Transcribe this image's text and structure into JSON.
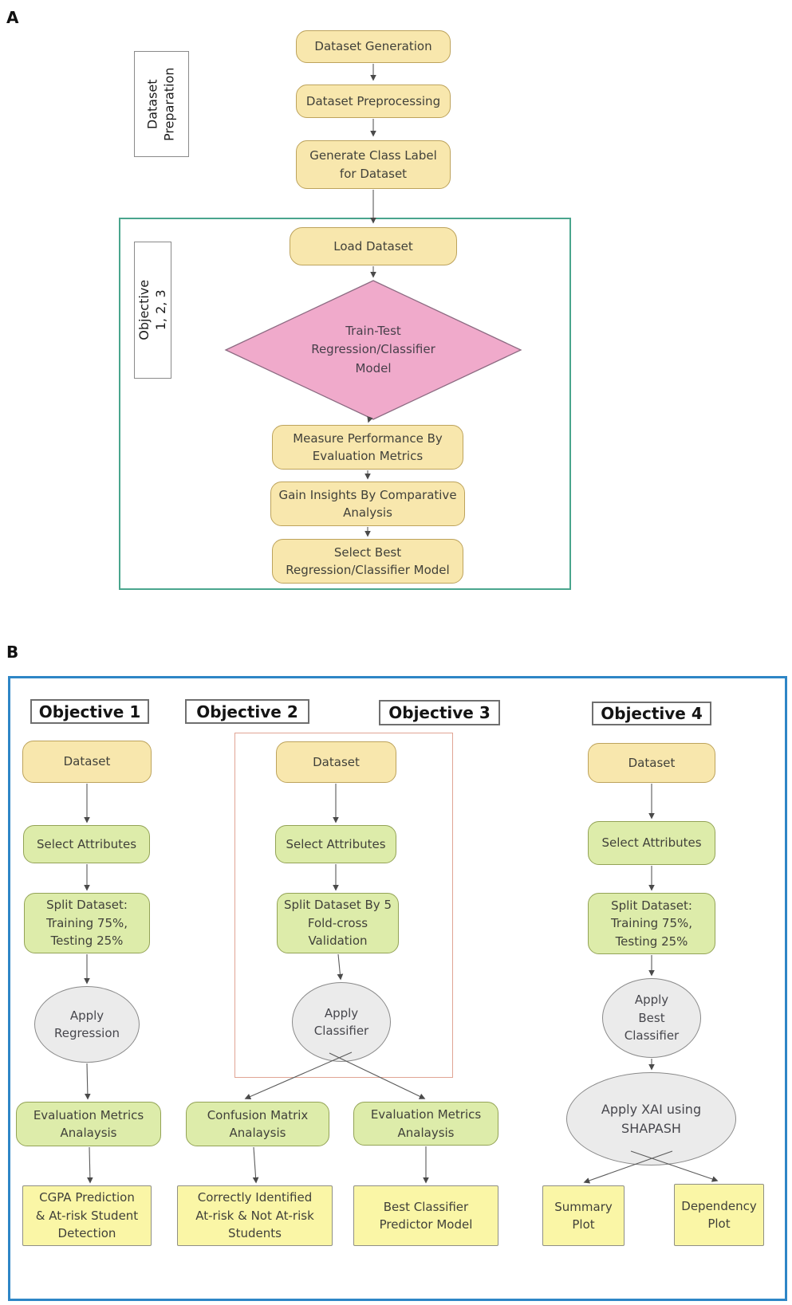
{
  "colors": {
    "panel_a_frame": "#4aa58d",
    "panel_b_frame": "#2e86c6",
    "objective2_frame": "#e0a494",
    "process_box_fill": "#f8e7ad",
    "step_box_fill": "#ddecaa",
    "result_box_fill": "#faf6a6",
    "decision_fill": "#f0aacb",
    "ellipse_fill": "#ebebeb",
    "arrow": "#5a5a5a"
  },
  "panel_a": {
    "label": "A",
    "side_labels": {
      "dataset_preparation": "Dataset\nPreparation",
      "objectives_123": "Objective 1, 2, 3"
    },
    "nodes": {
      "dataset_generation": "Dataset Generation",
      "dataset_preprocessing": "Dataset Preprocessing",
      "generate_class_label": "Generate Class Label\nfor Dataset",
      "load_dataset": "Load Dataset",
      "train_test": "Train-Test\nRegression/Classifier\nModel",
      "measure_performance": "Measure Performance By\nEvaluation Metrics",
      "gain_insights": "Gain Insights By Comparative\nAnalysis",
      "select_best": "Select Best\nRegression/Classifier Model"
    }
  },
  "panel_b": {
    "label": "B",
    "headers": {
      "obj1": "Objective 1",
      "obj2": "Objective 2",
      "obj3": "Objective 3",
      "obj4": "Objective 4"
    },
    "col1": {
      "dataset": "Dataset",
      "select_attributes": "Select Attributes",
      "split_dataset": "Split Dataset:\nTraining 75%,\nTesting 25%",
      "apply": "Apply\nRegression",
      "evaluation": "Evaluation Metrics\nAnalaysis",
      "result": "CGPA Prediction\n& At-risk Student\nDetection"
    },
    "col2": {
      "dataset": "Dataset",
      "select_attributes": "Select Attributes",
      "split_dataset": "Split Dataset By 5\nFold-cross\nValidation",
      "apply": "Apply\nClassifier",
      "evaluation": "Confusion Matrix\nAnalaysis",
      "result": "Correctly Identified\nAt-risk & Not At-risk\nStudents"
    },
    "col3": {
      "evaluation": "Evaluation Metrics\nAnalaysis",
      "result": "Best Classifier\nPredictor Model"
    },
    "col4": {
      "dataset": "Dataset",
      "select_attributes": "Select Attributes",
      "split_dataset": "Split Dataset:\nTraining 75%,\nTesting 25%",
      "apply": "Apply\nBest\nClassifier",
      "xai": "Apply XAI using\nSHAPASH",
      "summary_plot": "Summary\nPlot",
      "dependency_plot": "Dependency\nPlot"
    }
  }
}
